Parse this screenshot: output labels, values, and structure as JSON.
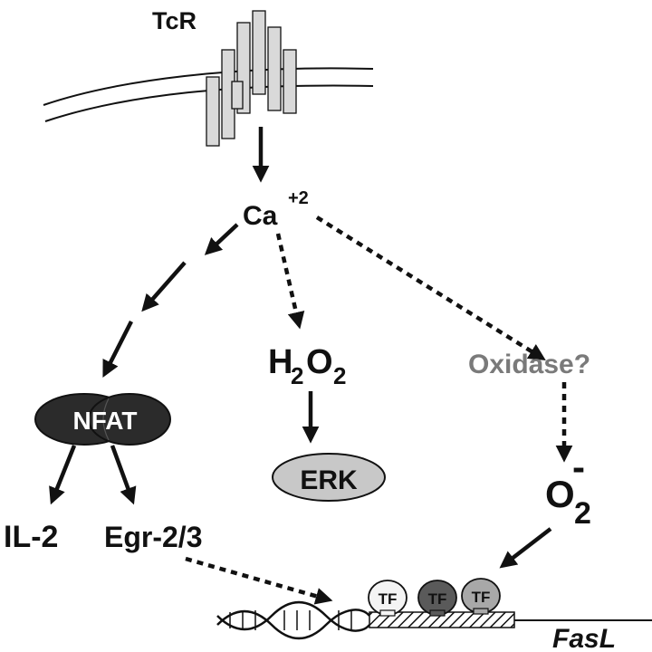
{
  "labels": {
    "tcr": "TcR",
    "ca": "Ca",
    "ca_charge": "+2",
    "h2o2_h": "H",
    "h2o2_sub1": "2",
    "h2o2_o": "O",
    "h2o2_sub2": "2",
    "erk": "ERK",
    "oxidase": "Oxidase?",
    "o2_o": "O",
    "o2_sub": "2",
    "o2_charge": "-",
    "nfat": "NFAT",
    "il2": "IL-2",
    "egr": "Egr-2/3",
    "fasl": "FasL",
    "tf1": "TF",
    "tf2": "TF",
    "tf3": "TF"
  },
  "colors": {
    "ink": "#111111",
    "oxidase_text": "#7a7a7a",
    "nfat_fill": "#2b2b2b",
    "erk_fill": "#c8c8c8",
    "receptor_fill": "#d9d9d9",
    "tf1_fill": "#f4f4f4",
    "tf2_fill": "#5a5a5a",
    "tf3_fill": "#a8a8a8"
  }
}
